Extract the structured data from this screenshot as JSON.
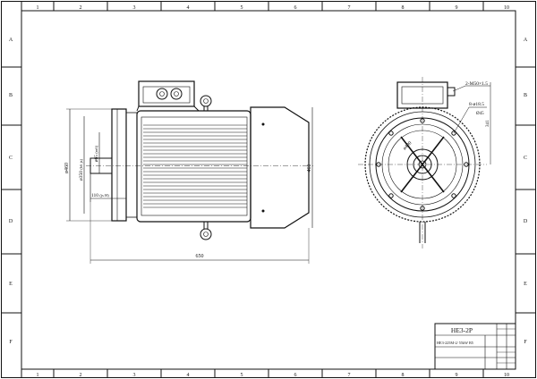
{
  "border": {
    "columns": [
      "1",
      "2",
      "3",
      "4",
      "5",
      "6",
      "7",
      "8",
      "9",
      "10"
    ],
    "rows": [
      "A",
      "B",
      "C",
      "D",
      "E",
      "F"
    ]
  },
  "side_view": {
    "dims": {
      "overall_height": "ø460",
      "flange_dia": "ø350",
      "flange_tol": "(h6 js)",
      "shaft_dia": "ø65",
      "shaft_tol": "(m6)",
      "shaft_len": "110",
      "shaft_len_tol": "(js H)",
      "center_height": "461",
      "length": "650"
    }
  },
  "end_view": {
    "dims": {
      "cable_entry": "2-M50×1.5",
      "holes": "8-ø18.5",
      "pcd": "ø400",
      "width": "341"
    }
  },
  "title_block": {
    "title": "HE3-2P",
    "model": "HE3-225M-2/ 55kW  B5"
  },
  "colors": {
    "line": "#111111",
    "paper": "#ffffff"
  }
}
